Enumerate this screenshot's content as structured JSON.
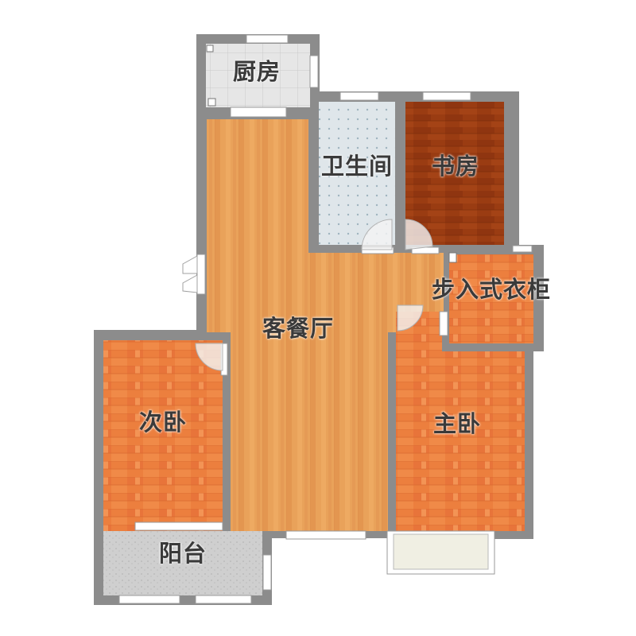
{
  "rooms": {
    "kitchen": {
      "label": "厨房"
    },
    "bathroom": {
      "label": "卫生间"
    },
    "study": {
      "label": "书房"
    },
    "walkin_closet": {
      "label": "步入式衣柜"
    },
    "living_dining": {
      "label": "客餐厅"
    },
    "second_bedroom": {
      "label": "次卧"
    },
    "master_bedroom": {
      "label": "主卧"
    },
    "balcony": {
      "label": "阳台"
    }
  },
  "colors": {
    "wall": "#8c8c8c",
    "wood_living": "#e9a25a",
    "wood_bedroom": "#ec7f3e",
    "wood_study": "#9a3c12",
    "tile_kitchen": "#e6e6e6",
    "tile_bath": "#dfe6ea",
    "tile_balcony": "#cfcfcf",
    "window": "#ffffff"
  }
}
